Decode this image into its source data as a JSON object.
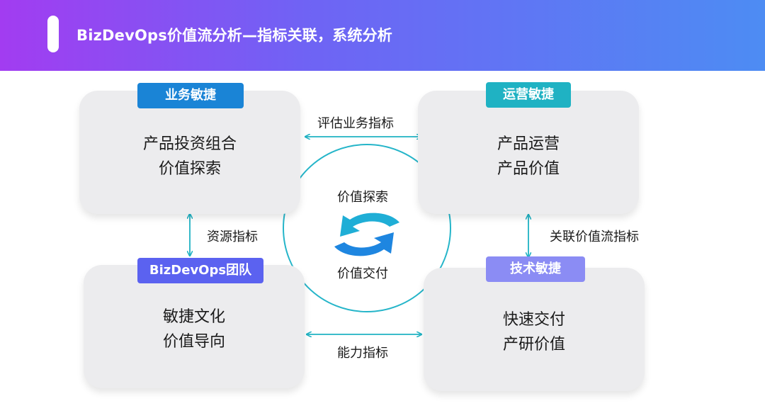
{
  "header": {
    "title": "BizDevOps价值流分析—指标关联，系统分析"
  },
  "quadrants": {
    "business": {
      "tag": "业务敏捷",
      "line1": "产品投资组合",
      "line2": "价值探索",
      "tag_color": "#1a84d6"
    },
    "operations": {
      "tag": "运营敏捷",
      "line1": "产品运营",
      "line2": "产品价值",
      "tag_color": "#1fb2c3"
    },
    "team": {
      "tag": "BizDevOps团队",
      "line1": "敏捷文化",
      "line2": "价值导向",
      "tag_color": "#5b62f0"
    },
    "tech": {
      "tag": "技术敏捷",
      "line1": "快速交付",
      "line2": "产研价值",
      "tag_color": "#8b8cf4"
    }
  },
  "connectors": {
    "top": "评估业务指标",
    "left": "资源指标",
    "right": "关联价值流指标",
    "bottom": "能力指标"
  },
  "center": {
    "top_label": "价值探索",
    "bottom_label": "价值交付",
    "icon": "cycle-arrows-icon"
  },
  "colors": {
    "accent": "#1fb2c3",
    "header_start": "#a23cf1",
    "header_end": "#4d8cf3",
    "card_bg": "#ececee"
  }
}
